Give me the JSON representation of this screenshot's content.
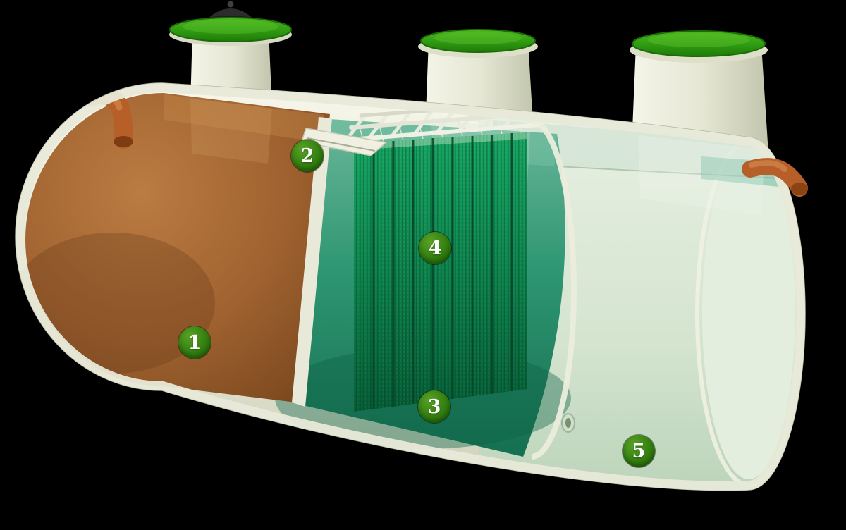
{
  "scene": {
    "description": "Cutaway 3D illustration of a three-chamber horizontal septic treatment tank with numbered callouts",
    "background": "#000000",
    "palette": {
      "shell": "#e8e9d8",
      "shell_shade": "#cfd2bd",
      "lid_green": "#2f9a12",
      "lid_green_dark": "#1c6b06",
      "chamber1_brown": "#a66a33",
      "chamber2_teal": "#2d9573",
      "filter_green": "#0b7a49",
      "chamber3_pale": "#d9e8d5",
      "pipe_orange": "#b65f28",
      "vent_gray": "#2f2f2f",
      "badge_green": "#2e7a0d",
      "badge_text": "#ffffff"
    },
    "badges": [
      {
        "label": "1"
      },
      {
        "label": "2"
      },
      {
        "label": "3"
      },
      {
        "label": "4"
      },
      {
        "label": "5"
      }
    ]
  }
}
